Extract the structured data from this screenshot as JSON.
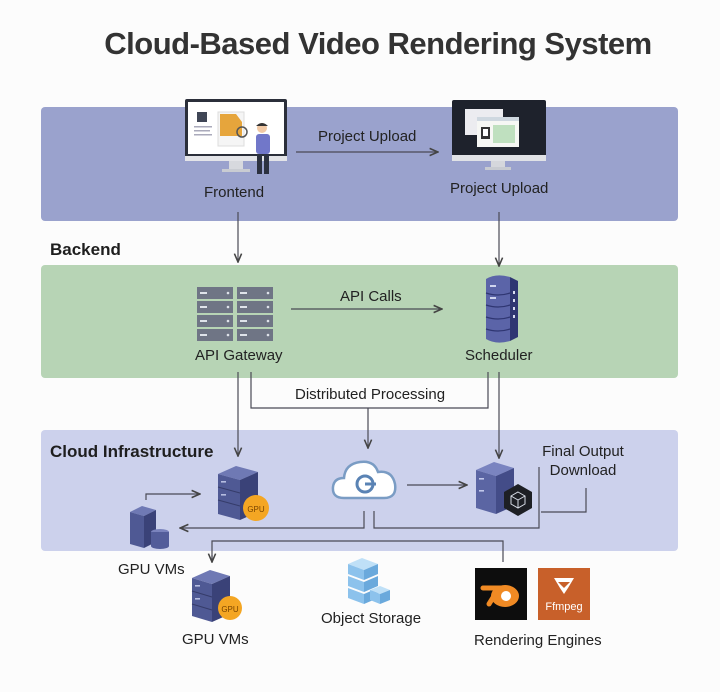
{
  "title": "Cloud-Based Video Rendering System",
  "colors": {
    "frontend_band": "#9aa2cd",
    "backend_band": "#b7d4b5",
    "cloud_band": "#ccd1ec",
    "server": "#4d5a8c",
    "gpu_badge": "#f4a623",
    "blender_orange": "#f08a24",
    "ffmpeg_bg": "#c8602a",
    "storage_blue": "#8cc2ec"
  },
  "sections": {
    "backend": "Backend",
    "cloud": "Cloud Infrastructure"
  },
  "nodes": {
    "frontend": {
      "label": "Frontend",
      "icon": "monitor-user-upload-icon"
    },
    "project_upload": {
      "label": "Project Upload",
      "icon": "monitor-windows-icon"
    },
    "api_gateway": {
      "label": "API Gateway",
      "icon": "server-rack-icon"
    },
    "scheduler": {
      "label": "Scheduler",
      "icon": "server-tower-icon"
    },
    "gpu_server_top": {
      "badge": "GPU",
      "icon": "gpu-server-icon"
    },
    "gpu_vms_inner": {
      "label": "GPU VMs",
      "icon": "server-database-icon"
    },
    "cloud_hub": {
      "icon": "cloud-icon"
    },
    "packaging_server": {
      "icon": "server-package-icon"
    },
    "final_output": {
      "label": "Final Output Download"
    },
    "gpu_vms_outer": {
      "label": "GPU VMs",
      "badge": "GPU",
      "icon": "gpu-server-icon"
    },
    "object_storage": {
      "label": "Object Storage",
      "icon": "storage-stack-icon"
    },
    "rendering_engines": {
      "label": "Rendering Engines",
      "ffmpeg_text": "Ffmpeg",
      "icons": [
        "blender-logo-icon",
        "ffmpeg-logo-icon"
      ]
    }
  },
  "edges": {
    "frontend_to_upload": "Project Upload",
    "gateway_to_scheduler": "API Calls",
    "distributed": "Distributed Processing"
  }
}
